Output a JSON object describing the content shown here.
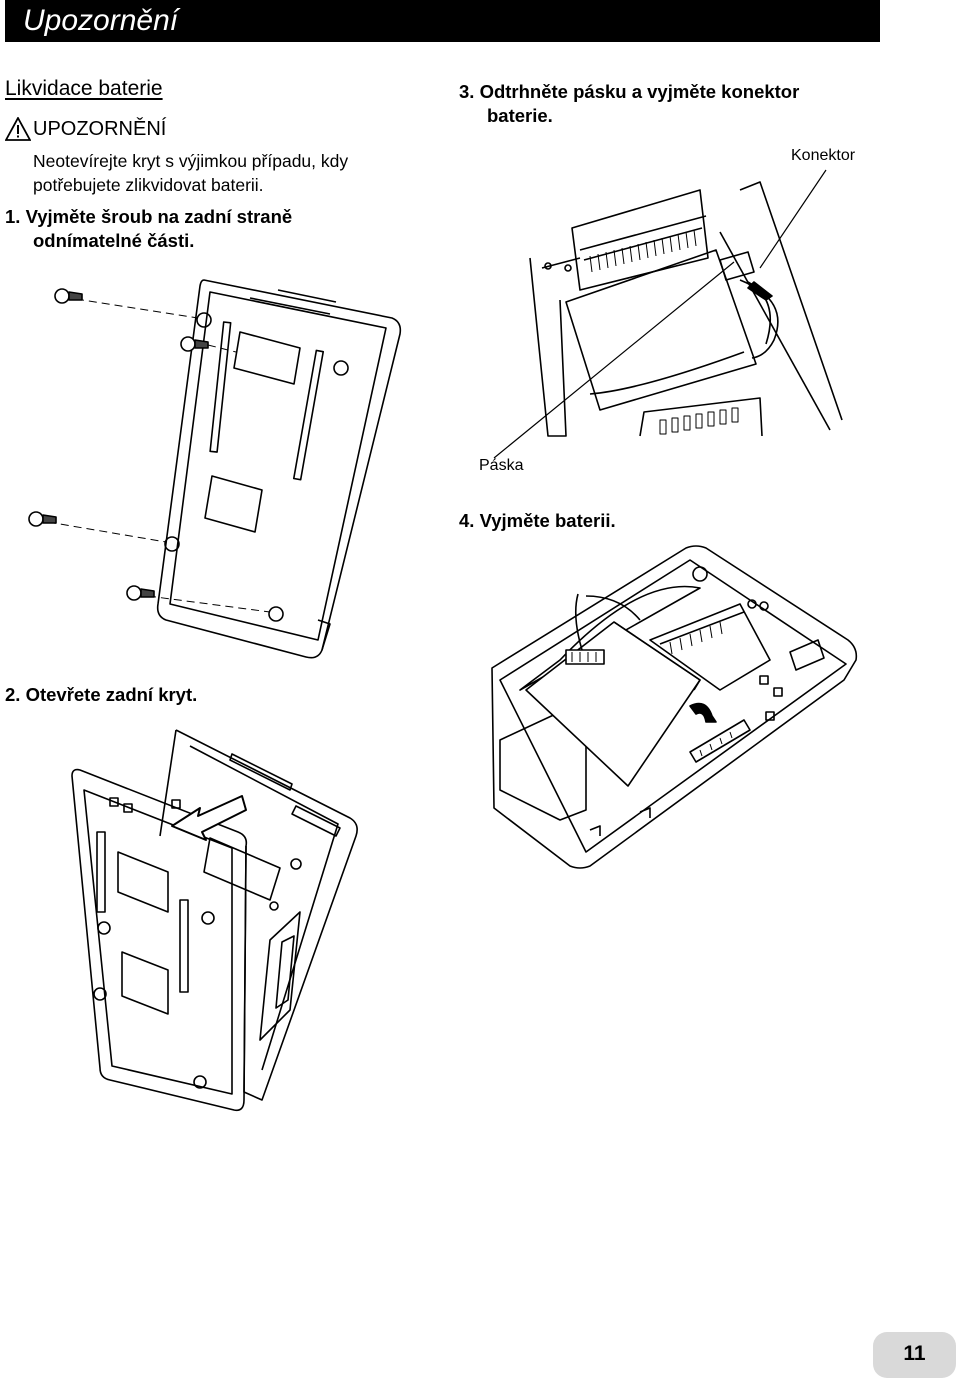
{
  "header": {
    "title": "Upozornění"
  },
  "left": {
    "section_title": "Likvidace baterie",
    "warning_label": "UPOZORNĚNÍ",
    "warning_text_line1": "Neotevírejte kryt s výjimkou případu, kdy",
    "warning_text_line2": "potřebujete zlikvidovat baterii.",
    "step1_line1": "1. Vyjměte šroub na zadní straně",
    "step1_line2": "odnímatelné části.",
    "step2": "2. Otevřete zadní kryt."
  },
  "right": {
    "step3_line1": "3. Odtrhněte pásku a vyjměte konektor",
    "step3_line2": "baterie.",
    "label_connector": "Konektor",
    "label_tape": "Páska",
    "step4": "4. Vyjměte baterii."
  },
  "footer": {
    "page_number": "11"
  },
  "colors": {
    "header_bg": "#000000",
    "page_badge_bg": "#d9d9d9"
  }
}
